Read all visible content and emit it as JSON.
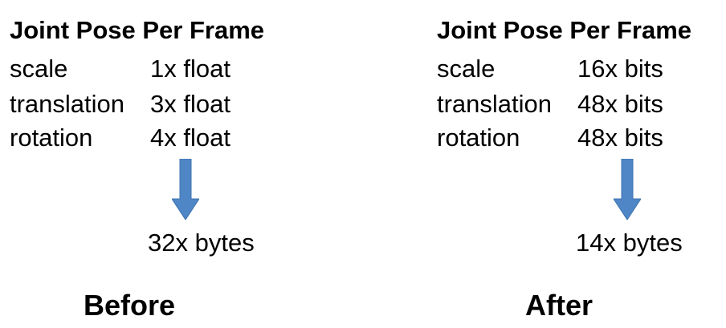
{
  "before": {
    "heading": "Joint Pose Per Frame",
    "rows": [
      {
        "name": "scale",
        "value": "1x float"
      },
      {
        "name": "translation",
        "value": "3x float"
      },
      {
        "name": "rotation",
        "value": "4x float"
      }
    ],
    "result": "32x bytes",
    "label": "Before"
  },
  "after": {
    "heading": "Joint Pose Per Frame",
    "rows": [
      {
        "name": "scale",
        "value": "16x bits"
      },
      {
        "name": "translation",
        "value": "48x bits"
      },
      {
        "name": "rotation",
        "value": "48x bits"
      }
    ],
    "result": "14x bytes",
    "label": "After"
  },
  "colors": {
    "arrow_fill": "#4f86c6",
    "arrow_stroke": "#3f73b0",
    "text": "#000000",
    "background": "#ffffff"
  }
}
